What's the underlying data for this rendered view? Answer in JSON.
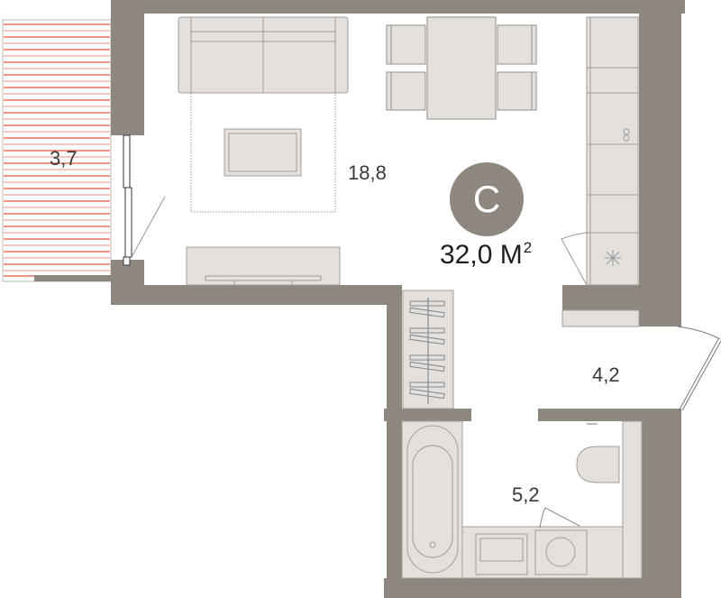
{
  "plan": {
    "apartment_type": "C",
    "total_area": "32,0",
    "total_area_unit": "М",
    "total_area_unit_exp": "2",
    "colors": {
      "wall": "#8e8780",
      "furniture_fill": "#e3e0dd",
      "furniture_stroke": "#a39d97",
      "balcony_stripe": "#e8543f",
      "balcony_stripe_light": "#f2a89c",
      "text": "#3a3a3a"
    },
    "rooms": [
      {
        "name": "balcony",
        "area": "3,7"
      },
      {
        "name": "living-room",
        "area": "18,8"
      },
      {
        "name": "hallway",
        "area": "4,2"
      },
      {
        "name": "bathroom",
        "area": "5,2"
      }
    ]
  }
}
